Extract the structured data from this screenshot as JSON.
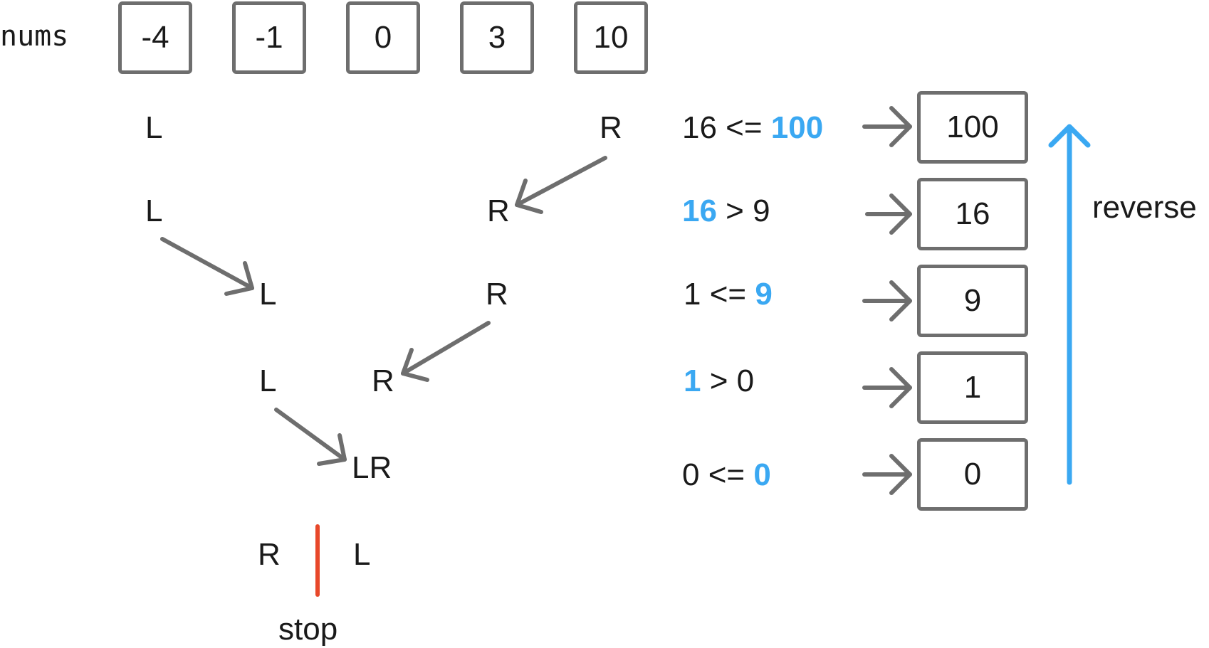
{
  "nums": {
    "label": "nums",
    "values": [
      "-4",
      "-1",
      "0",
      "3",
      "10"
    ]
  },
  "pointers": {
    "row1_left": "L",
    "row1_right": "R",
    "row2_left": "L",
    "row2_right": "R",
    "row3_left": "L",
    "row3_right": "R",
    "row4_left": "L",
    "row4_right": "R",
    "row5_both": "LR",
    "row6_right": "R",
    "row6_left": "L",
    "stop": "stop"
  },
  "comparisons": [
    {
      "pre": "16 <= ",
      "hl": "100",
      "post": ""
    },
    {
      "pre": "",
      "hl": "16",
      "post": " > 9"
    },
    {
      "pre": "1 <= ",
      "hl": "9",
      "post": ""
    },
    {
      "pre": "",
      "hl": "1",
      "post": " > 0"
    },
    {
      "pre": "0 <= ",
      "hl": "0",
      "post": ""
    }
  ],
  "result": [
    "100",
    "16",
    "9",
    "1",
    "0"
  ],
  "reverse_label": "reverse",
  "colors": {
    "box_border": "#6e6e6e",
    "arrow": "#6e6e6e",
    "highlight": "#3aa8f2",
    "stop_bar": "#e8482a",
    "text": "#1a1a1a"
  },
  "icons": {
    "pointer_arrows": "arrow-icon",
    "result_arrows": "right-arrow-icon",
    "reverse_arrow": "up-arrow-icon"
  }
}
